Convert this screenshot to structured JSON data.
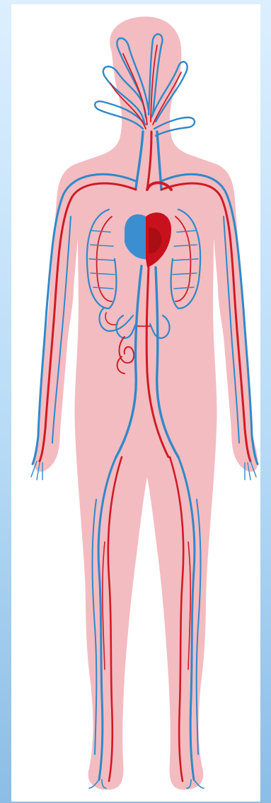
{
  "diagram": {
    "subject": "human-circulatory-system",
    "colors": {
      "background_top": "#dcefff",
      "background_bottom": "#8bbde6",
      "card": "#ffffff",
      "body_silhouette": "#f3bcc1",
      "artery": "#cf1b24",
      "vein": "#2f89c9",
      "heart_left": "#c8111c",
      "heart_right": "#3b8fd0"
    },
    "parts": [
      "head-vessels",
      "neck-vessels",
      "heart",
      "lungs",
      "liver",
      "kidneys",
      "intestines",
      "arm-vessels",
      "leg-vessels"
    ]
  }
}
